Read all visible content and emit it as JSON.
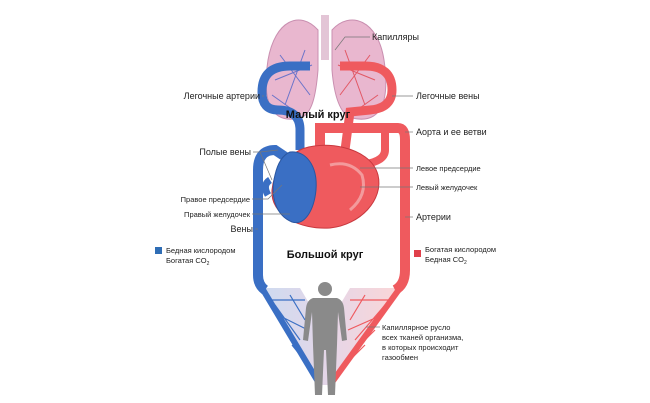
{
  "labels": {
    "capillaries": "Капилляры",
    "pulmonary_arteries": "Легочные артерии",
    "pulmonary_veins": "Легочные вены",
    "pulmonary_circuit": "Малый круг",
    "aorta": "Аорта и ее ветви",
    "vena_cava": "Полые вены",
    "left_atrium": "Левое предсердие",
    "left_ventricle": "Левый желудочек",
    "right_atrium": "Правое предсердие",
    "right_ventricle": "Правый желудочек",
    "arteries": "Артерии",
    "veins": "Вены",
    "systemic_circuit": "Большой круг",
    "capillary_bed": [
      "Капиллярное русло",
      "всех тканей организма,",
      "в которых происходит",
      "газообмен"
    ]
  },
  "legend": [
    {
      "line1": "Бедная кислородом",
      "line2": "Богатая CO",
      "sub": "2",
      "color": "#2f6db5"
    },
    {
      "line1": "Богатая кислородом",
      "line2": "Бедная CO",
      "sub": "2",
      "color": "#e0404a"
    }
  ],
  "colors": {
    "venous": "#3a6fc4",
    "arterial": "#ef5a5e",
    "lungs": "#e9b7cf",
    "body": "#8a8a8a"
  }
}
